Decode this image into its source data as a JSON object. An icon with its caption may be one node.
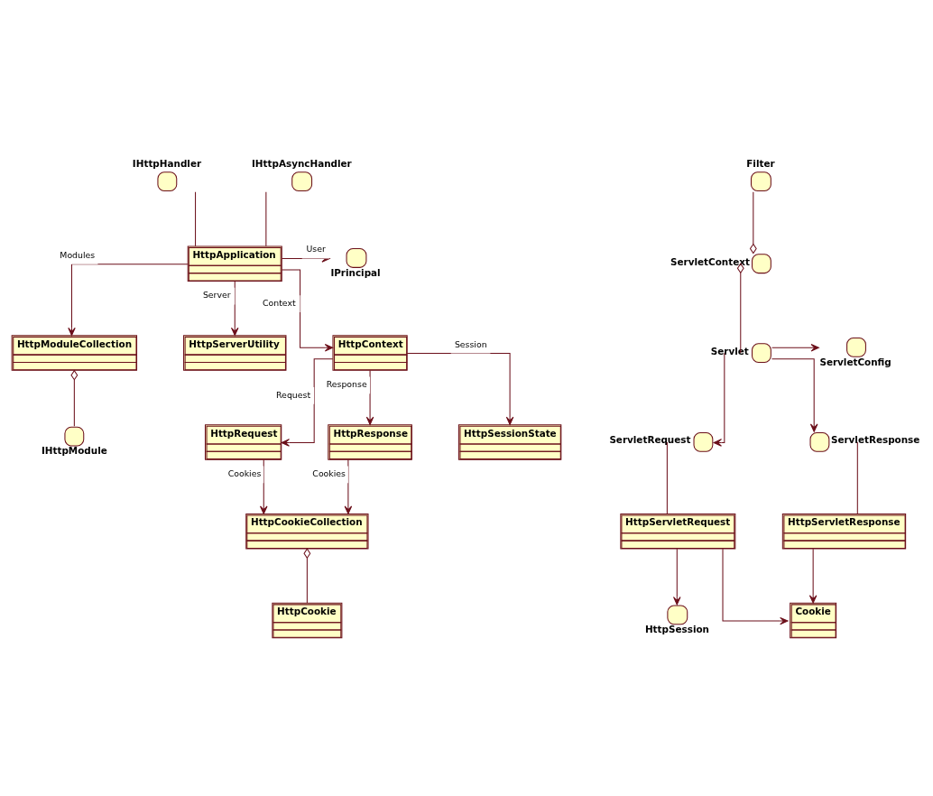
{
  "diagram": {
    "nodes": [
      {
        "text": [
          "IHttpHandler"
        ]
      },
      {
        "text": [
          "IHttpAsyncHandler"
        ]
      },
      {
        "text": [
          "IPrincipal"
        ]
      },
      {
        "text": [
          "HttpApplication"
        ]
      },
      {
        "text": [
          "HttpModuleCollection"
        ]
      },
      {
        "text": [
          "HttpServerUtility"
        ]
      },
      {
        "text": [
          "IHttpModule"
        ]
      },
      {
        "text": [
          "HttpContext"
        ]
      },
      {
        "text": [
          "HttpRequest"
        ]
      },
      {
        "text": [
          "HttpResponse"
        ]
      },
      {
        "text": [
          "HttpSessionState"
        ]
      },
      {
        "text": [
          "HttpCookieCollection"
        ]
      },
      {
        "text": [
          "HttpCookie"
        ]
      },
      {
        "text": [
          "Filter"
        ]
      },
      {
        "text": [
          "ServletContext"
        ]
      },
      {
        "text": [
          "Servlet"
        ]
      },
      {
        "text": [
          "ServletConfig"
        ]
      },
      {
        "text": [
          "ServletRequest"
        ]
      },
      {
        "text": [
          "ServletResponse"
        ]
      },
      {
        "text": [
          "HttpServletRequest"
        ]
      },
      {
        "text": [
          "HttpServletResponse"
        ]
      },
      {
        "text": [
          "Cookie"
        ]
      },
      {
        "text": [
          "HttpSession"
        ]
      }
    ],
    "edges": [
      {
        "from": 3,
        "to": 0,
        "arrow": "none"
      },
      {
        "from": 3,
        "to": 1,
        "arrow": "none"
      },
      {
        "from": 3,
        "to": 2,
        "arrow": "to",
        "label": "User"
      },
      {
        "from": 3,
        "to": 4,
        "arrow": "to",
        "label": "Modules"
      },
      {
        "from": 3,
        "to": 7,
        "arrow": "to",
        "label": "Context"
      },
      {
        "from": 3,
        "to": 5,
        "arrow": "to",
        "label": "Server"
      },
      {
        "from": 6,
        "to": 4,
        "arrow": "other"
      },
      {
        "from": 7,
        "to": 8,
        "arrow": "to",
        "label": "Request"
      },
      {
        "from": 7,
        "to": 9,
        "arrow": "to",
        "label": "Response"
      },
      {
        "from": 7,
        "to": 10,
        "arrow": "to",
        "label": "Session"
      },
      {
        "from": 8,
        "to": 11,
        "arrow": "to",
        "label": "Cookies"
      },
      {
        "from": 9,
        "to": 11,
        "arrow": "to",
        "label": "Cookies"
      },
      {
        "from": 12,
        "to": 11,
        "arrow": "other"
      },
      {
        "from": 13,
        "to": 14,
        "arrow": "other"
      },
      {
        "from": 15,
        "to": 14,
        "arrow": "other"
      },
      {
        "from": 15,
        "to": 16,
        "arrow": "to"
      },
      {
        "from": 15,
        "to": 17,
        "arrow": "to"
      },
      {
        "from": 15,
        "to": 18,
        "arrow": "to"
      },
      {
        "from": 19,
        "to": 17,
        "arrow": "none"
      },
      {
        "from": 20,
        "to": 18,
        "arrow": "none"
      },
      {
        "from": 19,
        "to": 21,
        "arrow": "to"
      },
      {
        "from": 20,
        "to": 21,
        "arrow": "to"
      },
      {
        "from": 19,
        "to": 22,
        "arrow": "to"
      }
    ]
  }
}
